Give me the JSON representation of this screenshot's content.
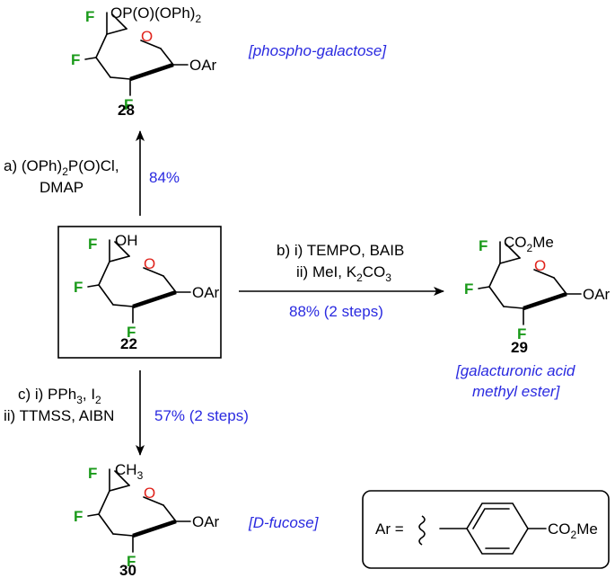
{
  "colors": {
    "fluorine": "#1a9a1a",
    "oxygen": "#e0221b",
    "annotation": "#2a2ae0",
    "text": "#000000"
  },
  "atoms": {
    "F": "F",
    "O": "O",
    "OAr": "OAr"
  },
  "compounds": {
    "c28": {
      "number": "28",
      "group": "OP(O)(OPh)",
      "group_sub": "2",
      "label": "[phospho-galactose]"
    },
    "c22": {
      "number": "22",
      "group": "OH"
    },
    "c29": {
      "number": "29",
      "group": "CO",
      "group_sub": "2",
      "group_tail": "Me",
      "label_line1": "[galacturonic acid",
      "label_line2": "methyl ester]"
    },
    "c30": {
      "number": "30",
      "group": "CH",
      "group_sub": "3",
      "label": "[D-fucose]"
    }
  },
  "reactions": {
    "a": {
      "line1_pre": "a) (OPh)",
      "line1_sub": "2",
      "line1_post": "P(O)Cl,",
      "line2": "DMAP",
      "yield": "84%"
    },
    "b": {
      "line1": "b) i) TEMPO, BAIB",
      "line2_pre": "ii) MeI, K",
      "line2_sub1": "2",
      "line2_mid": "CO",
      "line2_sub2": "3",
      "yield": "88% (2 steps)"
    },
    "c": {
      "line1_pre": "c) i) PPh",
      "line1_sub1": "3",
      "line1_mid": ", I",
      "line1_sub2": "2",
      "line2": "ii) TTMSS, AIBN",
      "yield": "57% (2 steps)"
    }
  },
  "ar_legend": {
    "label": "Ar =",
    "group": "CO",
    "group_sub": "2",
    "group_tail": "Me"
  }
}
